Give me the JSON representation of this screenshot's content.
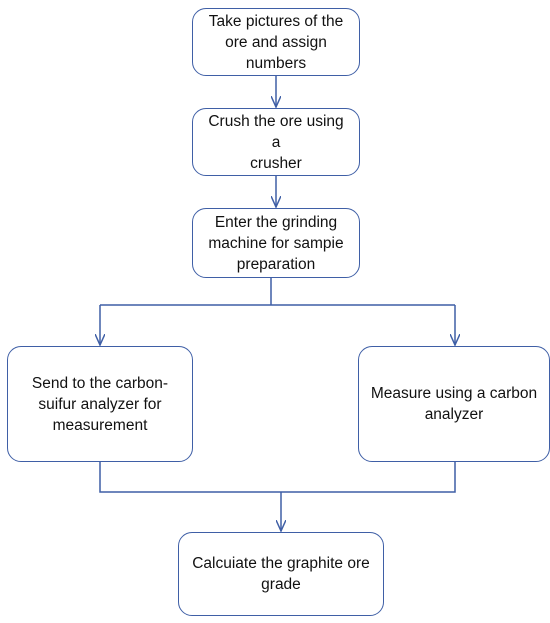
{
  "flowchart": {
    "steps": [
      {
        "id": "step-1",
        "text": "Take pictures of the\nore and assign\nnumbers"
      },
      {
        "id": "step-2",
        "text": "Crush the ore using a\ncrusher"
      },
      {
        "id": "step-3",
        "text": "Enter the grinding\nmachine for sampie\npreparation"
      },
      {
        "id": "step-4a",
        "text": "Send to the carbon-\nsuifur analyzer for\nmeasurement"
      },
      {
        "id": "step-4b",
        "text": "Measure using a carbon\nanalyzer"
      },
      {
        "id": "step-5",
        "text": "Calcuiate the graphite ore\ngrade"
      }
    ],
    "colors": {
      "line": "#3f5fa6",
      "box_border": "#3f5fa6",
      "text": "#111111"
    }
  }
}
